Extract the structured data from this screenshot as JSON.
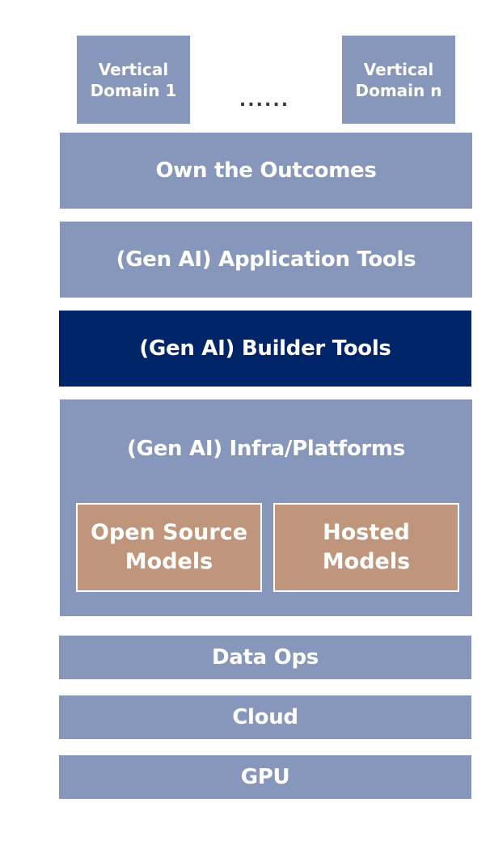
{
  "diagram": {
    "vertical_domains": [
      {
        "line1": "Vertical",
        "line2": "Domain 1"
      },
      {
        "line1": "Vertical",
        "line2": "Domain n"
      }
    ],
    "ellipsis": "......",
    "layers": {
      "outcomes": "Own the Outcomes",
      "application_tools": "(Gen AI) Application Tools",
      "builder_tools": "(Gen AI) Builder Tools",
      "infra_platforms": "(Gen AI) Infra/Platforms",
      "data_ops": "Data Ops",
      "cloud": "Cloud",
      "gpu": "GPU"
    },
    "models": [
      {
        "line1": "Open Source",
        "line2": "Models"
      },
      {
        "line1": "Hosted",
        "line2": "Models"
      }
    ],
    "colors": {
      "layer_fill": "#8797bb",
      "highlight_fill": "#002468",
      "model_fill": "#bf967c",
      "text": "#ffffff"
    }
  }
}
